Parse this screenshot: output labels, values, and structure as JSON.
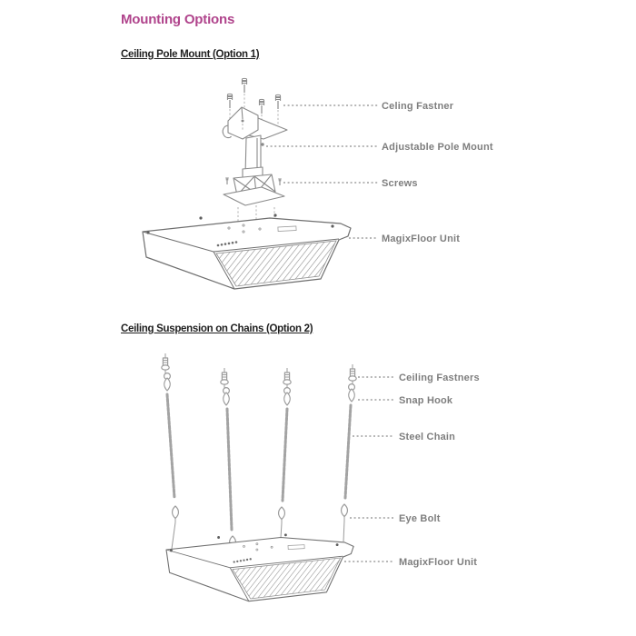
{
  "title": {
    "text": "Mounting Options"
  },
  "sections": [
    {
      "heading": "Ceiling Pole Mount (Option 1)",
      "labels": [
        {
          "name": "ceiling-fastener",
          "text": "Celing Fastner"
        },
        {
          "name": "adjustable-pole-mount",
          "text": "Adjustable Pole Mount"
        },
        {
          "name": "screws",
          "text": "Screws"
        },
        {
          "name": "magixfloor-unit",
          "text": "MagixFloor Unit"
        }
      ]
    },
    {
      "heading": "Ceiling Suspension on Chains (Option 2)",
      "labels": [
        {
          "name": "ceiling-fasteners",
          "text": "Ceiling Fastners"
        },
        {
          "name": "snap-hook",
          "text": "Snap Hook"
        },
        {
          "name": "steel-chain",
          "text": "Steel Chain"
        },
        {
          "name": "eye-bolt",
          "text": "Eye Bolt"
        },
        {
          "name": "magixfloor-unit",
          "text": "MagixFloor Unit"
        }
      ]
    }
  ],
  "colors": {
    "title_text": "#b0448c",
    "heading_text": "#1f1f1f",
    "label_text": "#7e7e7e",
    "diagram_line": "#8a8a8a",
    "chain_line": "#a3a3a3"
  }
}
